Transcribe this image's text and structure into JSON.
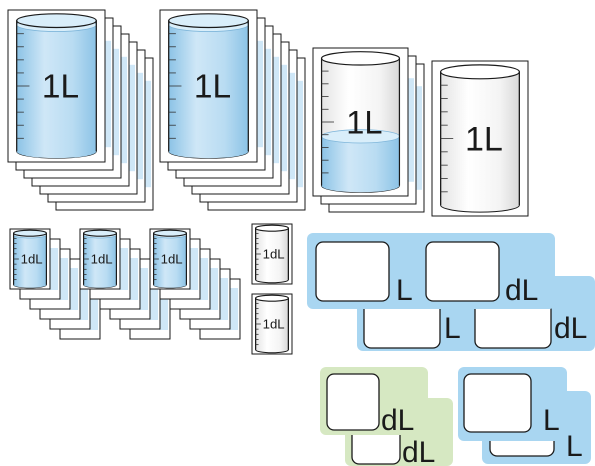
{
  "labels": {
    "one_liter": "1L",
    "one_deciliter": "1dL",
    "unit_liter": "L",
    "unit_deciliter": "dL"
  },
  "colors": {
    "water": "#b9dcf2",
    "water_dark": "#8cc3e6",
    "blue_card": "#a9d6f1",
    "green_card": "#d6e8c2",
    "outline": "#1a1a1a"
  },
  "cards": {
    "liter_stack_a": {
      "label": "1L",
      "water_level": 1.0,
      "sheets": 7
    },
    "liter_stack_b": {
      "label": "1L",
      "water_level": 1.0,
      "sheets": 7
    },
    "liter_half": {
      "label": "1L",
      "water_level": 0.4,
      "sheets": 3
    },
    "liter_empty": {
      "label": "1L",
      "water_level": 0.0,
      "sheets": 1
    },
    "deciliter_stack_a": {
      "label": "1dL",
      "water_level": 1.0,
      "sheets": 6
    },
    "deciliter_stack_b": {
      "label": "1dL",
      "water_level": 1.0,
      "sheets": 6
    },
    "deciliter_stack_c": {
      "label": "1dL",
      "water_level": 1.0,
      "sheets": 6
    },
    "deciliter_empty_a": {
      "label": "1dL",
      "water_level": 0.0,
      "sheets": 1
    },
    "deciliter_empty_b": {
      "label": "1dL",
      "water_level": 0.0,
      "sheets": 1
    }
  },
  "unit_cards": {
    "blue_l_dl_front": {
      "units": [
        "L",
        "dL"
      ]
    },
    "blue_l_dl_back": {
      "units": [
        "L",
        "dL"
      ]
    },
    "green_dl": {
      "units": [
        "dL",
        "dL"
      ]
    },
    "blue_l": {
      "units": [
        "L",
        "L"
      ]
    }
  }
}
